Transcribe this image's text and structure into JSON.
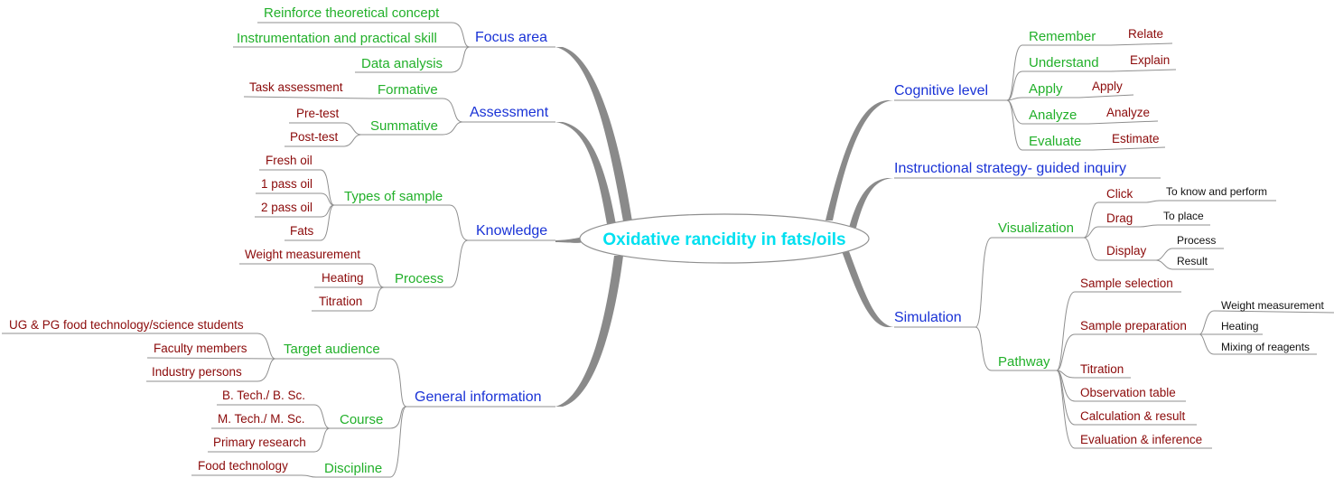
{
  "central": {
    "label": "Oxidative rancidity in fats/oils"
  },
  "colors": {
    "central_text": "#00e0f0",
    "level1": "#1a33d6",
    "level2": "#22b02a",
    "level3": "#8b0a0a",
    "level4": "#111111",
    "line": "#8f8f8f"
  },
  "left": {
    "focus_area": {
      "label": "Focus area",
      "items": [
        "Reinforce theoretical concept",
        "Instrumentation and practical skill",
        "Data analysis"
      ]
    },
    "assessment": {
      "label": "Assessment",
      "formative": {
        "label": "Formative",
        "items": [
          "Task assessment"
        ]
      },
      "summative": {
        "label": "Summative",
        "items": [
          "Pre-test",
          "Post-test"
        ]
      }
    },
    "knowledge": {
      "label": "Knowledge",
      "types_of_sample": {
        "label": "Types of sample",
        "items": [
          "Fresh oil",
          "1 pass oil",
          "2 pass oil",
          "Fats"
        ]
      },
      "process": {
        "label": "Process",
        "items": [
          "Weight measurement",
          "Heating",
          "Titration"
        ]
      }
    },
    "general_information": {
      "label": "General information",
      "target_audience": {
        "label": "Target audience",
        "items": [
          "UG & PG food technology/science students",
          "Faculty members",
          "Industry persons"
        ]
      },
      "course": {
        "label": "Course",
        "items": [
          "B. Tech./ B. Sc.",
          "M. Tech./ M. Sc.",
          "Primary research"
        ]
      },
      "discipline": {
        "label": "Discipline",
        "items": [
          "Food technology"
        ]
      }
    }
  },
  "right": {
    "cognitive_level": {
      "label": "Cognitive level",
      "items": [
        {
          "label": "Remember",
          "verb": "Relate"
        },
        {
          "label": "Understand",
          "verb": "Explain"
        },
        {
          "label": "Apply",
          "verb": "Apply"
        },
        {
          "label": "Analyze",
          "verb": "Analyze"
        },
        {
          "label": "Evaluate",
          "verb": "Estimate"
        }
      ]
    },
    "instructional_strategy": {
      "label": "Instructional strategy- guided inquiry"
    },
    "simulation": {
      "label": "Simulation",
      "visualization": {
        "label": "Visualization",
        "items": [
          {
            "label": "Click",
            "sub": [
              "To know and perform"
            ]
          },
          {
            "label": "Drag",
            "sub": [
              "To place"
            ]
          },
          {
            "label": "Display",
            "sub": [
              "Process",
              "Result"
            ]
          }
        ]
      },
      "pathway": {
        "label": "Pathway",
        "items": [
          "Sample selection",
          "Sample preparation",
          "Titration",
          "Observation table",
          "Calculation & result",
          "Evaluation & inference"
        ],
        "sample_preparation_steps": [
          "Weight measurement",
          "Heating",
          "Mixing of reagents"
        ]
      }
    }
  }
}
